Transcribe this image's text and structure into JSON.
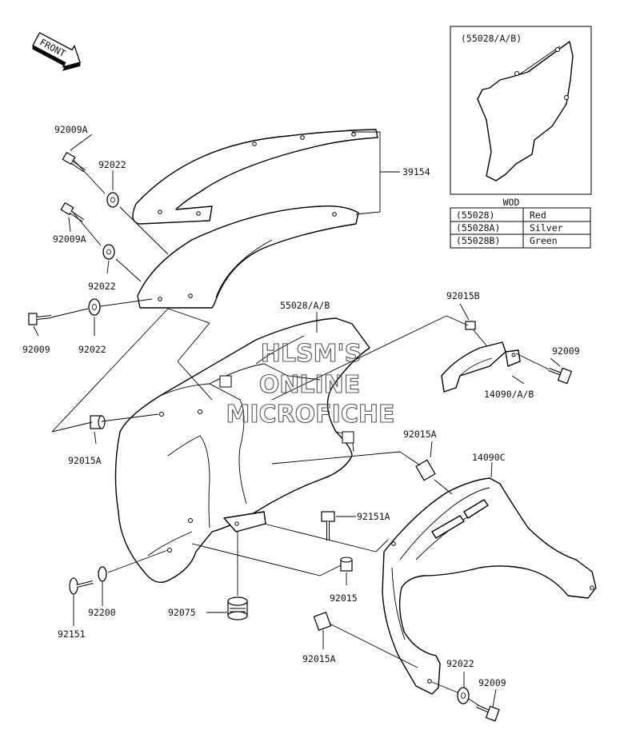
{
  "front_marker": {
    "text": "FRONT"
  },
  "inset": {
    "title": "(55028/A/B)"
  },
  "table": {
    "heading": "WOD",
    "rows": [
      {
        "code": "(55028)",
        "color": "Red"
      },
      {
        "code": "(55028A)",
        "color": "Silver"
      },
      {
        "code": "(55028B)",
        "color": "Green"
      }
    ]
  },
  "watermark": {
    "line1": "HLSM'S",
    "line2": "ONLINE",
    "line3": "MICROFICHE"
  },
  "labels": {
    "p92009A_top": "92009A",
    "p92022_top": "92022",
    "p39154": "39154",
    "p92009A_mid": "92009A",
    "p92022_mid": "92022",
    "p92009_left": "92009",
    "p92022_left": "92022",
    "p55028": "55028/A/B",
    "p92015B": "92015B",
    "p92009_right": "92009",
    "p14090": "14090/A/B",
    "p92015A_left": "92015A",
    "p92015A_mid": "92015A",
    "p14090C": "14090C",
    "p92151A": "92151A",
    "p92015": "92015",
    "p92200": "92200",
    "p92151": "92151",
    "p92075": "92075",
    "p92015A_bottom": "92015A",
    "p92022_bottom": "92022",
    "p92009_bottom": "92009"
  }
}
